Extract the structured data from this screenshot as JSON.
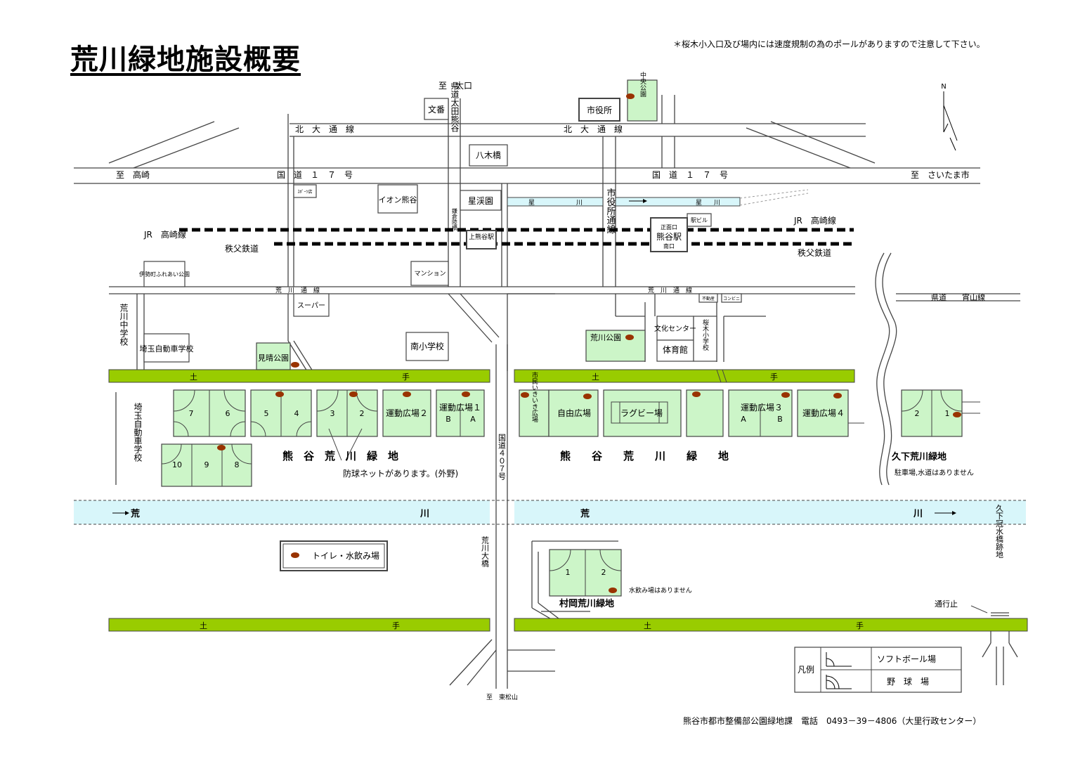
{
  "title": "荒川緑地施設概要",
  "notice": "＊桜木小入口及び場内には速度規制の為のポールがありますので注意して下さい。",
  "footer": "熊谷市都市整備部公園緑地課　電話　0493－39－4806（大里行政センター）",
  "compass": "N",
  "colors": {
    "field": "#ccf5c8",
    "embankment": "#99cc00",
    "river": "#d8f6fa",
    "toilet": "#993300"
  },
  "roads": {
    "north_dest": "至　太口",
    "west_dest": "至　高崎",
    "east_dest": "至　さいたま市",
    "south_dest": "至　東松山",
    "hokudai_w": "北　大　通　線",
    "hokudai_e": "北　大　通　線",
    "r17_w": "国　道　１　７　号",
    "r17_e": "国　道　１　７　号",
    "arakawa_w": "荒　川　通　線",
    "arakawa_e": "荒　川　通　線",
    "kendo_w": "県道太田熊谷",
    "shiyakusho": "市役所通線",
    "r407": "国道４０７号",
    "kendo_e": "県道　　宵山線",
    "kamakura": "鎌倉陸橋",
    "ohashi": "荒川大橋",
    "kuge_bridge": "久下冠水橋跡地",
    "closed": "通行止"
  },
  "rail": {
    "jr_w": "JR　高崎線",
    "jr_e": "JR　高崎線",
    "chichibu_w": "秩父鉄道",
    "chichibu_e": "秩父鉄道",
    "station_top": "正面口",
    "station": "熊谷駅",
    "station_bottom": "南口",
    "kami": "上熊谷駅",
    "ekibiru": "駅ビル"
  },
  "river": {
    "hoshikawa": [
      "星",
      "川",
      "星",
      "川"
    ],
    "arakawa": [
      "荒",
      "川",
      "荒",
      "川"
    ]
  },
  "landmarks": {
    "bunban": "文番",
    "shiyakusho": "市役所",
    "chuo_park": "中央公園",
    "yagibashi": "八木橋",
    "aeon": "イオン熊谷",
    "seikeien": "星渓園",
    "ito_park": "伊勢町ふれあい公園",
    "mansion": "マンション",
    "super": "スーパー",
    "arakawa_jhs": "荒川中学校",
    "driving_school": "埼玉自動車学校",
    "driving_school_v": "埼玉自動車学校",
    "minami_es": "南小学校",
    "miharashi": "見晴公園",
    "arakawa_park": "荒川公園",
    "bunka": "文化センター",
    "gym": "体育館",
    "sakuragi": "桜木小学校",
    "fudousan": "不動産",
    "konbini": "コンビニ",
    "misc": "ｽﾎﾟｰﾂ店"
  },
  "embankment": [
    "土",
    "手",
    "土",
    "手",
    "土",
    "手",
    "土",
    "手"
  ],
  "fields": {
    "f7": "7",
    "f6": "6",
    "f5": "5",
    "f4": "4",
    "f3": "3",
    "f2": "2",
    "f10": "10",
    "f9": "9",
    "f8": "8",
    "undo2": "運動広場２",
    "undo1": "運動広場１",
    "undo1_b": "B",
    "undo1_a": "A",
    "shimin": "市民いきいき広場",
    "jiyu": "自由広場",
    "rugby": "ラグビー場",
    "undo3": "運動広場３",
    "undo3_a": "A",
    "undo3_b": "B",
    "undo4": "運動広場４",
    "kuge2": "2",
    "kuge1": "1",
    "mura1": "1",
    "mura2": "2"
  },
  "area_labels": {
    "kumagaya_w": "熊　谷　荒　川　緑　地",
    "kumagaya_e": "熊　　谷　　荒　　川　　緑　　地",
    "kuge": "久下荒川緑地",
    "kuge_note": "駐車場,水道はありません",
    "muraoka": "村岡荒川緑地",
    "muraoka_note": "水飲み場はありません",
    "net_note": "防球ネットがあります。(外野)"
  },
  "legend": {
    "toilet": "トイレ・水飲み場",
    "title": "凡例",
    "softball": "ソフトボール場",
    "baseball": "野　球　場"
  }
}
